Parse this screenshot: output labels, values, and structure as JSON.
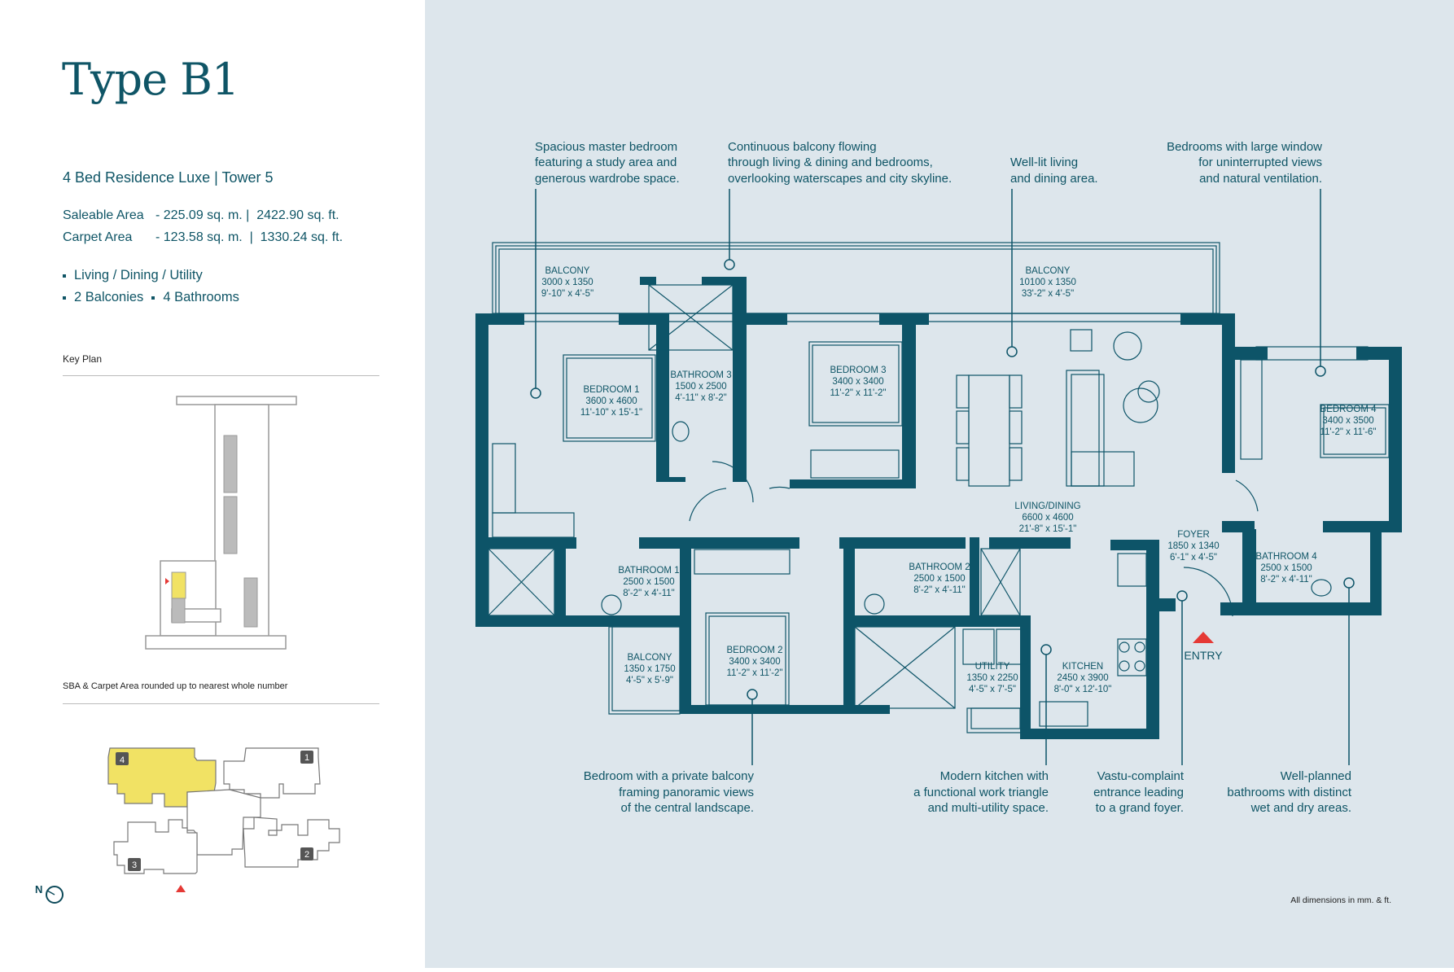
{
  "header": {
    "title": "Type B1",
    "subtitle": "4 Bed Residence Luxe  |  Tower 5"
  },
  "areas": [
    {
      "label": "Saleable Area",
      "value": "- 225.09 sq. m. |  2422.90 sq. ft."
    },
    {
      "label": "Carpet Area",
      "value": "- 123.58 sq. m.  |  1330.24 sq. ft."
    }
  ],
  "features": {
    "line1": [
      "Living / Dining / Utility"
    ],
    "line2": [
      "2 Balconies",
      "4 Bathrooms"
    ]
  },
  "key_plan": {
    "label": "Key Plan",
    "note": "SBA & Carpet Area rounded up to nearest whole number"
  },
  "towers": {
    "badges": [
      "1",
      "2",
      "3",
      "4"
    ],
    "highlighted": "4",
    "highlight_color": "#f1e264",
    "north": "N"
  },
  "colors": {
    "wall": "#0d5468",
    "text": "#0f5566",
    "background": "#dde6ec",
    "entry": "#e53935"
  },
  "rooms": [
    {
      "name": "BALCONY",
      "mm": "3000 x 1350",
      "ft": "9'-10\" x 4'-5\""
    },
    {
      "name": "BEDROOM 1",
      "mm": "3600 x 4600",
      "ft": "11'-10\" x 15'-1\""
    },
    {
      "name": "BATHROOM 3",
      "mm": "1500 x 2500",
      "ft": "4'-11\" x 8'-2\""
    },
    {
      "name": "BEDROOM 3",
      "mm": "3400 x 3400",
      "ft": "11'-2\" x 11'-2\""
    },
    {
      "name": "BALCONY",
      "mm": "10100 x 1350",
      "ft": "33'-2\" x 4'-5\""
    },
    {
      "name": "BEDROOM 4",
      "mm": "3400 x 3500",
      "ft": "11'-2\" x 11'-6\""
    },
    {
      "name": "LIVING/DINING",
      "mm": "6600 x 4600",
      "ft": "21'-8\" x 15'-1\""
    },
    {
      "name": "FOYER",
      "mm": "1850 x 1340",
      "ft": "6'-1\" x 4'-5\""
    },
    {
      "name": "BATHROOM 4",
      "mm": "2500 x 1500",
      "ft": "8'-2\" x 4'-11\""
    },
    {
      "name": "BATHROOM 1",
      "mm": "2500 x 1500",
      "ft": "8'-2\" x 4'-11\""
    },
    {
      "name": "BATHROOM 2",
      "mm": "2500 x 1500",
      "ft": "8'-2\" x 4'-11\""
    },
    {
      "name": "BALCONY",
      "mm": "1350 x 1750",
      "ft": "4'-5\" x 5'-9\""
    },
    {
      "name": "BEDROOM 2",
      "mm": "3400 x 3400",
      "ft": "11'-2\" x 11'-2\""
    },
    {
      "name": "UTILITY",
      "mm": "1350 x 2250",
      "ft": "4'-5\" x 7'-5\""
    },
    {
      "name": "KITCHEN",
      "mm": "2450 x 3900",
      "ft": "8'-0\" x 12'-10\""
    }
  ],
  "entry_label": "ENTRY",
  "callouts": [
    {
      "lines": [
        "Spacious master bedroom",
        "featuring a study area and",
        "generous wardrobe space."
      ]
    },
    {
      "lines": [
        "Continuous balcony flowing",
        "through living & dining and bedrooms,",
        "overlooking waterscapes and city skyline."
      ]
    },
    {
      "lines": [
        "Well-lit living",
        "and dining area."
      ]
    },
    {
      "lines": [
        "Bedrooms with large window",
        "for uninterrupted views",
        "and natural ventilation."
      ]
    },
    {
      "lines": [
        "Bedroom with a private balcony",
        "framing panoramic views",
        "of the central landscape."
      ]
    },
    {
      "lines": [
        "Modern kitchen with",
        "a functional work triangle",
        "and multi-utility space."
      ]
    },
    {
      "lines": [
        "Vastu-complaint",
        "entrance leading",
        "to a grand foyer."
      ]
    },
    {
      "lines": [
        "Well-planned",
        "bathrooms with distinct",
        "wet and dry areas."
      ]
    }
  ],
  "footnote": "All dimensions in mm. & ft."
}
